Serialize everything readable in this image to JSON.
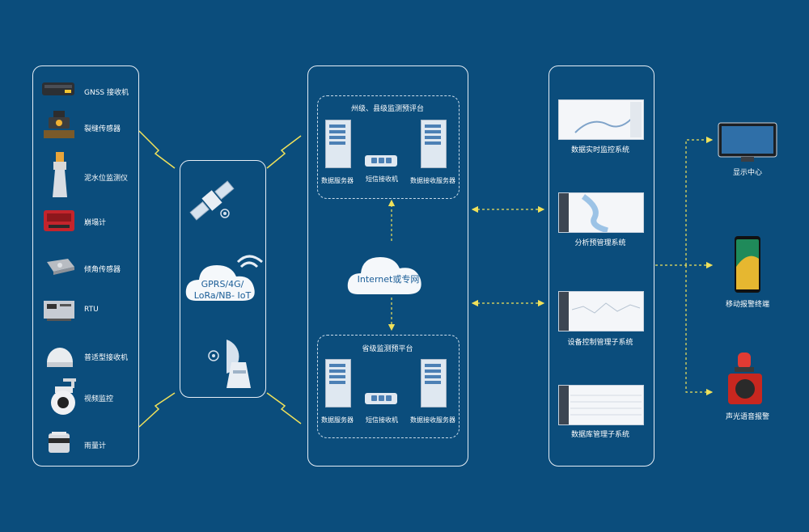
{
  "devices": [
    {
      "label": "GNSS 接收机",
      "icon": "gnss-receiver-icon"
    },
    {
      "label": "裂缝传感器",
      "icon": "crack-sensor-icon"
    },
    {
      "label": "泥水位监测仪",
      "icon": "water-level-radar-icon"
    },
    {
      "label": "崩塌计",
      "icon": "collapse-meter-icon"
    },
    {
      "label": "倾角传感器",
      "icon": "tilt-sensor-icon"
    },
    {
      "label": "RTU",
      "icon": "rtu-icon"
    },
    {
      "label": "普适型接收机",
      "icon": "dome-receiver-icon"
    },
    {
      "label": "视频监控",
      "icon": "ptz-camera-icon"
    },
    {
      "label": "雨量计",
      "icon": "rain-gauge-icon"
    }
  ],
  "comm": {
    "cloud_label_line1": "GPRS/4G/",
    "cloud_label_line2": "LoRa/NB- IoT"
  },
  "platform": {
    "top_title": "州级、县级监测预评台",
    "bottom_title": "省级监测预平台",
    "data_server": "数据服务器",
    "sms_receiver": "短信接收机",
    "data_receive_server": "数据接收服务器",
    "cloud_label": "Internet或专网"
  },
  "systems": [
    {
      "label": "数据实时监控系统"
    },
    {
      "label": "分析预管理系统"
    },
    {
      "label": "设备控制管理子系统"
    },
    {
      "label": "数据库管理子系统"
    }
  ],
  "terminals": [
    {
      "label": "显示中心",
      "icon": "monitor-icon"
    },
    {
      "label": "移动报警终端",
      "icon": "smartphone-icon"
    },
    {
      "label": "声光语音报警",
      "icon": "siren-alarm-icon"
    }
  ],
  "colors": {
    "background": "#0b4d7c",
    "link": "#f0e15a",
    "panel_border": "#e6eef6"
  }
}
